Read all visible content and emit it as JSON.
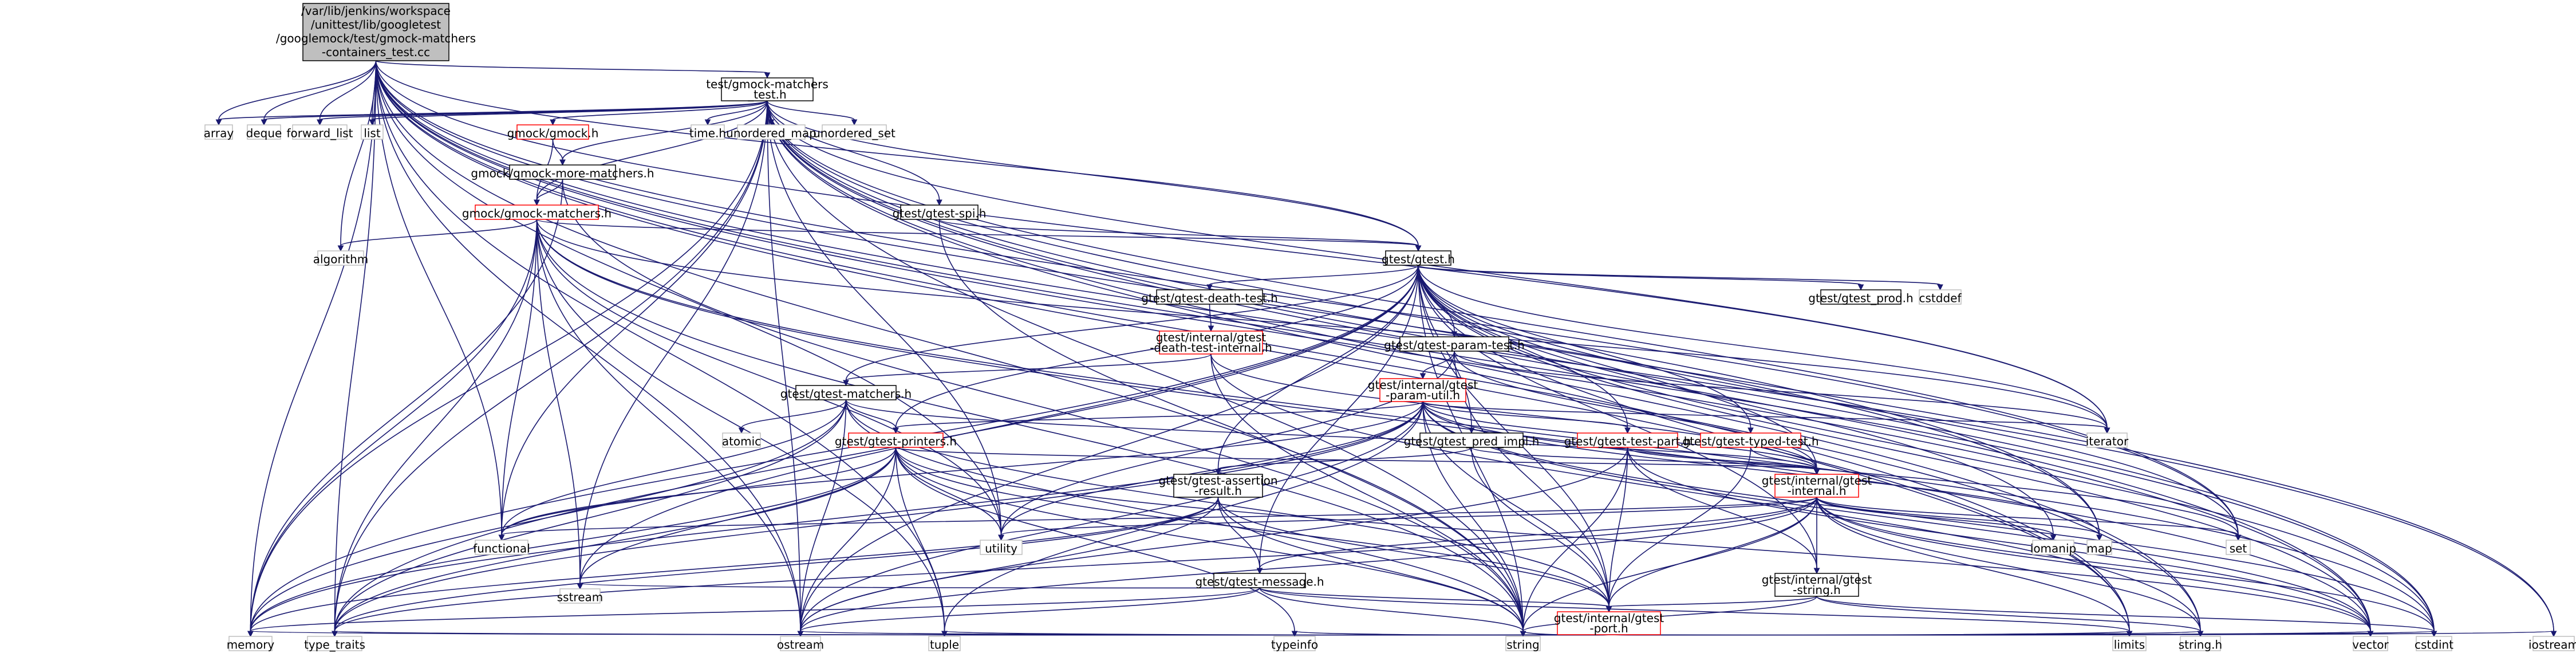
{
  "graph": {
    "colors": {
      "edge": "#191970",
      "root_fill": "#bfbfbf",
      "node_border": "#000000",
      "system_border": "#bfbfbf",
      "truncated_border": "#ff0000",
      "text": "#000000"
    },
    "nodes": [
      {
        "id": "root",
        "lines": [
          "/var/lib/jenkins/workspace",
          "/unittest/lib/googletest",
          "/googlemock/test/gmock-matchers",
          "-containers_test.cc"
        ],
        "kind": "root"
      },
      {
        "id": "tgmh",
        "lines": [
          "test/gmock-matchers",
          "_test.h"
        ],
        "kind": "file"
      },
      {
        "id": "array",
        "lines": [
          "array"
        ],
        "kind": "system"
      },
      {
        "id": "deque",
        "lines": [
          "deque"
        ],
        "kind": "system"
      },
      {
        "id": "fwdlist",
        "lines": [
          "forward_list"
        ],
        "kind": "system"
      },
      {
        "id": "list",
        "lines": [
          "list"
        ],
        "kind": "system"
      },
      {
        "id": "gmockh",
        "lines": [
          "gmock/gmock.h"
        ],
        "kind": "truncated"
      },
      {
        "id": "timeh",
        "lines": [
          "time.h"
        ],
        "kind": "system"
      },
      {
        "id": "umap",
        "lines": [
          "unordered_map"
        ],
        "kind": "system"
      },
      {
        "id": "uset",
        "lines": [
          "unordered_set"
        ],
        "kind": "system"
      },
      {
        "id": "moremat",
        "lines": [
          "gmock/gmock-more-matchers.h"
        ],
        "kind": "file"
      },
      {
        "id": "gmmat",
        "lines": [
          "gmock/gmock-matchers.h"
        ],
        "kind": "truncated"
      },
      {
        "id": "spi",
        "lines": [
          "gtest/gtest-spi.h"
        ],
        "kind": "file"
      },
      {
        "id": "algorithm",
        "lines": [
          "algorithm"
        ],
        "kind": "system"
      },
      {
        "id": "gtesth",
        "lines": [
          "gtest/gtest.h"
        ],
        "kind": "file"
      },
      {
        "id": "prod",
        "lines": [
          "gtest/gtest_prod.h"
        ],
        "kind": "file"
      },
      {
        "id": "cstddef",
        "lines": [
          "cstddef"
        ],
        "kind": "system"
      },
      {
        "id": "death",
        "lines": [
          "gtest/gtest-death-test.h"
        ],
        "kind": "file"
      },
      {
        "id": "deathint",
        "lines": [
          "gtest/internal/gtest",
          "-death-test-internal.h"
        ],
        "kind": "truncated"
      },
      {
        "id": "param",
        "lines": [
          "gtest/gtest-param-test.h"
        ],
        "kind": "file"
      },
      {
        "id": "paramutil",
        "lines": [
          "gtest/internal/gtest",
          "-param-util.h"
        ],
        "kind": "truncated"
      },
      {
        "id": "gtmat",
        "lines": [
          "gtest/gtest-matchers.h"
        ],
        "kind": "file"
      },
      {
        "id": "atomic",
        "lines": [
          "atomic"
        ],
        "kind": "system"
      },
      {
        "id": "printers",
        "lines": [
          "gtest/gtest-printers.h"
        ],
        "kind": "truncated"
      },
      {
        "id": "predimpl",
        "lines": [
          "gtest/gtest_pred_impl.h"
        ],
        "kind": "file"
      },
      {
        "id": "testpart",
        "lines": [
          "gtest/gtest-test-part.h"
        ],
        "kind": "truncated"
      },
      {
        "id": "typed",
        "lines": [
          "gtest/gtest-typed-test.h"
        ],
        "kind": "truncated"
      },
      {
        "id": "iterator",
        "lines": [
          "iterator"
        ],
        "kind": "system"
      },
      {
        "id": "assertion",
        "lines": [
          "gtest/gtest-assertion",
          "-result.h"
        ],
        "kind": "file"
      },
      {
        "id": "internal",
        "lines": [
          "gtest/internal/gtest",
          "-internal.h"
        ],
        "kind": "truncated"
      },
      {
        "id": "message",
        "lines": [
          "gtest/gtest-message.h"
        ],
        "kind": "file"
      },
      {
        "id": "gtstring",
        "lines": [
          "gtest/internal/gtest",
          "-string.h"
        ],
        "kind": "file"
      },
      {
        "id": "port",
        "lines": [
          "gtest/internal/gtest",
          "-port.h"
        ],
        "kind": "truncated"
      },
      {
        "id": "functional",
        "lines": [
          "functional"
        ],
        "kind": "system"
      },
      {
        "id": "utility",
        "lines": [
          "utility"
        ],
        "kind": "system"
      },
      {
        "id": "iomanip",
        "lines": [
          "iomanip"
        ],
        "kind": "system"
      },
      {
        "id": "map",
        "lines": [
          "map"
        ],
        "kind": "system"
      },
      {
        "id": "set",
        "lines": [
          "set"
        ],
        "kind": "system"
      },
      {
        "id": "sstream",
        "lines": [
          "sstream"
        ],
        "kind": "system"
      },
      {
        "id": "memory",
        "lines": [
          "memory"
        ],
        "kind": "system"
      },
      {
        "id": "type_traits",
        "lines": [
          "type_traits"
        ],
        "kind": "system"
      },
      {
        "id": "ostream",
        "lines": [
          "ostream"
        ],
        "kind": "system"
      },
      {
        "id": "tuple",
        "lines": [
          "tuple"
        ],
        "kind": "system"
      },
      {
        "id": "typeinfo",
        "lines": [
          "typeinfo"
        ],
        "kind": "system"
      },
      {
        "id": "string",
        "lines": [
          "string"
        ],
        "kind": "system"
      },
      {
        "id": "limits",
        "lines": [
          "limits"
        ],
        "kind": "system"
      },
      {
        "id": "stringh",
        "lines": [
          "string.h"
        ],
        "kind": "system"
      },
      {
        "id": "vector",
        "lines": [
          "vector"
        ],
        "kind": "system"
      },
      {
        "id": "cstdint",
        "lines": [
          "cstdint"
        ],
        "kind": "system"
      },
      {
        "id": "iostream",
        "lines": [
          "iostream"
        ],
        "kind": "system"
      }
    ],
    "edges": [
      [
        "root",
        "tgmh"
      ],
      [
        "root",
        "array"
      ],
      [
        "root",
        "deque"
      ],
      [
        "root",
        "fwdlist"
      ],
      [
        "root",
        "list"
      ],
      [
        "root",
        "gtesth"
      ],
      [
        "root",
        "algorithm"
      ],
      [
        "root",
        "memory"
      ],
      [
        "root",
        "ostream"
      ],
      [
        "root",
        "type_traits"
      ],
      [
        "root",
        "string"
      ],
      [
        "root",
        "vector"
      ],
      [
        "root",
        "tuple"
      ],
      [
        "root",
        "iterator"
      ],
      [
        "root",
        "map"
      ],
      [
        "root",
        "set"
      ],
      [
        "root",
        "utility"
      ],
      [
        "root",
        "functional"
      ],
      [
        "root",
        "iostream"
      ],
      [
        "root",
        "cstdint"
      ],
      [
        "root",
        "limits"
      ],
      [
        "root",
        "stringh"
      ],
      [
        "tgmh",
        "array"
      ],
      [
        "tgmh",
        "deque"
      ],
      [
        "tgmh",
        "fwdlist"
      ],
      [
        "tgmh",
        "list"
      ],
      [
        "tgmh",
        "gmockh"
      ],
      [
        "tgmh",
        "timeh"
      ],
      [
        "tgmh",
        "umap"
      ],
      [
        "tgmh",
        "uset"
      ],
      [
        "tgmh",
        "moremat"
      ],
      [
        "tgmh",
        "gmmat"
      ],
      [
        "tgmh",
        "spi"
      ],
      [
        "tgmh",
        "gtesth"
      ],
      [
        "tgmh",
        "memory"
      ],
      [
        "tgmh",
        "ostream"
      ],
      [
        "tgmh",
        "type_traits"
      ],
      [
        "tgmh",
        "utility"
      ],
      [
        "tgmh",
        "functional"
      ],
      [
        "tgmh",
        "string"
      ],
      [
        "tgmh",
        "vector"
      ],
      [
        "tgmh",
        "set"
      ],
      [
        "tgmh",
        "map"
      ],
      [
        "tgmh",
        "iterator"
      ],
      [
        "tgmh",
        "limits"
      ],
      [
        "tgmh",
        "cstdint"
      ],
      [
        "tgmh",
        "stringh"
      ],
      [
        "tgmh",
        "sstream"
      ],
      [
        "tgmh",
        "iostream"
      ],
      [
        "gmockh",
        "moremat"
      ],
      [
        "gmockh",
        "gmmat"
      ],
      [
        "moremat",
        "gmmat"
      ],
      [
        "moremat",
        "memory"
      ],
      [
        "moremat",
        "string"
      ],
      [
        "gmmat",
        "algorithm"
      ],
      [
        "gmmat",
        "gtesth"
      ],
      [
        "gmmat",
        "functional"
      ],
      [
        "gmmat",
        "memory"
      ],
      [
        "gmmat",
        "ostream"
      ],
      [
        "gmmat",
        "type_traits"
      ],
      [
        "gmmat",
        "utility"
      ],
      [
        "gmmat",
        "sstream"
      ],
      [
        "gmmat",
        "string"
      ],
      [
        "gmmat",
        "vector"
      ],
      [
        "gmmat",
        "cstdint"
      ],
      [
        "gmmat",
        "tuple"
      ],
      [
        "gmmat",
        "iterator"
      ],
      [
        "spi",
        "gtesth"
      ],
      [
        "spi",
        "string"
      ],
      [
        "gtesth",
        "prod"
      ],
      [
        "gtesth",
        "cstddef"
      ],
      [
        "gtesth",
        "death"
      ],
      [
        "gtesth",
        "param"
      ],
      [
        "gtesth",
        "gtmat"
      ],
      [
        "gtesth",
        "printers"
      ],
      [
        "gtesth",
        "predimpl"
      ],
      [
        "gtesth",
        "testpart"
      ],
      [
        "gtesth",
        "typed"
      ],
      [
        "gtesth",
        "assertion"
      ],
      [
        "gtesth",
        "message"
      ],
      [
        "gtesth",
        "internal"
      ],
      [
        "gtesth",
        "gtstring"
      ],
      [
        "gtesth",
        "port"
      ],
      [
        "gtesth",
        "iomanip"
      ],
      [
        "gtesth",
        "limits"
      ],
      [
        "gtesth",
        "memory"
      ],
      [
        "gtesth",
        "ostream"
      ],
      [
        "gtesth",
        "set"
      ],
      [
        "gtesth",
        "sstream"
      ],
      [
        "gtesth",
        "string"
      ],
      [
        "gtesth",
        "type_traits"
      ],
      [
        "gtesth",
        "vector"
      ],
      [
        "gtesth",
        "iterator"
      ],
      [
        "gtesth",
        "cstdint"
      ],
      [
        "death",
        "deathint"
      ],
      [
        "deathint",
        "gtmat"
      ],
      [
        "deathint",
        "internal"
      ],
      [
        "deathint",
        "string"
      ],
      [
        "deathint",
        "stringh"
      ],
      [
        "param",
        "paramutil"
      ],
      [
        "param",
        "internal"
      ],
      [
        "param",
        "port"
      ],
      [
        "param",
        "iterator"
      ],
      [
        "param",
        "utility"
      ],
      [
        "paramutil",
        "printers"
      ],
      [
        "paramutil",
        "testpart"
      ],
      [
        "paramutil",
        "internal"
      ],
      [
        "paramutil",
        "port"
      ],
      [
        "paramutil",
        "functional"
      ],
      [
        "paramutil",
        "iterator"
      ],
      [
        "paramutil",
        "map"
      ],
      [
        "paramutil",
        "memory"
      ],
      [
        "paramutil",
        "ostream"
      ],
      [
        "paramutil",
        "set"
      ],
      [
        "paramutil",
        "string"
      ],
      [
        "paramutil",
        "tuple"
      ],
      [
        "paramutil",
        "type_traits"
      ],
      [
        "paramutil",
        "utility"
      ],
      [
        "paramutil",
        "vector"
      ],
      [
        "paramutil",
        "cstdint"
      ],
      [
        "gtmat",
        "printers"
      ],
      [
        "gtmat",
        "internal"
      ],
      [
        "gtmat",
        "port"
      ],
      [
        "gtmat",
        "atomic"
      ],
      [
        "gtmat",
        "functional"
      ],
      [
        "gtmat",
        "memory"
      ],
      [
        "gtmat",
        "ostream"
      ],
      [
        "gtmat",
        "string"
      ],
      [
        "gtmat",
        "type_traits"
      ],
      [
        "printers",
        "internal"
      ],
      [
        "printers",
        "port"
      ],
      [
        "printers",
        "functional"
      ],
      [
        "printers",
        "memory"
      ],
      [
        "printers",
        "ostream"
      ],
      [
        "printers",
        "sstream"
      ],
      [
        "printers",
        "string"
      ],
      [
        "printers",
        "tuple"
      ],
      [
        "printers",
        "type_traits"
      ],
      [
        "printers",
        "typeinfo"
      ],
      [
        "printers",
        "utility"
      ],
      [
        "printers",
        "vector"
      ],
      [
        "predimpl",
        "assertion"
      ],
      [
        "predimpl",
        "internal"
      ],
      [
        "predimpl",
        "port"
      ],
      [
        "testpart",
        "internal"
      ],
      [
        "testpart",
        "gtstring"
      ],
      [
        "testpart",
        "port"
      ],
      [
        "testpart",
        "ostream"
      ],
      [
        "testpart",
        "string"
      ],
      [
        "testpart",
        "vector"
      ],
      [
        "typed",
        "internal"
      ],
      [
        "typed",
        "port"
      ],
      [
        "assertion",
        "message"
      ],
      [
        "assertion",
        "port"
      ],
      [
        "assertion",
        "memory"
      ],
      [
        "assertion",
        "ostream"
      ],
      [
        "assertion",
        "string"
      ],
      [
        "assertion",
        "type_traits"
      ],
      [
        "internal",
        "message"
      ],
      [
        "internal",
        "gtstring"
      ],
      [
        "internal",
        "port"
      ],
      [
        "internal",
        "functional"
      ],
      [
        "internal",
        "iomanip"
      ],
      [
        "internal",
        "limits"
      ],
      [
        "internal",
        "map"
      ],
      [
        "internal",
        "set"
      ],
      [
        "internal",
        "string"
      ],
      [
        "internal",
        "type_traits"
      ],
      [
        "internal",
        "utility"
      ],
      [
        "internal",
        "vector"
      ],
      [
        "internal",
        "stringh"
      ],
      [
        "internal",
        "cstdint"
      ],
      [
        "internal",
        "ostream"
      ],
      [
        "message",
        "port"
      ],
      [
        "message",
        "limits"
      ],
      [
        "message",
        "memory"
      ],
      [
        "message",
        "ostream"
      ],
      [
        "message",
        "sstream"
      ],
      [
        "message",
        "string"
      ],
      [
        "gtstring",
        "port"
      ],
      [
        "gtstring",
        "string"
      ],
      [
        "gtstring",
        "stringh"
      ],
      [
        "gtstring",
        "cstdint"
      ],
      [
        "port",
        "memory"
      ],
      [
        "port",
        "ostream"
      ],
      [
        "port",
        "string"
      ],
      [
        "port",
        "tuple"
      ],
      [
        "port",
        "type_traits"
      ],
      [
        "port",
        "vector"
      ],
      [
        "port",
        "limits"
      ],
      [
        "port",
        "typeinfo"
      ],
      [
        "port",
        "iostream"
      ],
      [
        "port",
        "cstdint"
      ],
      [
        "port",
        "stringh"
      ]
    ]
  }
}
